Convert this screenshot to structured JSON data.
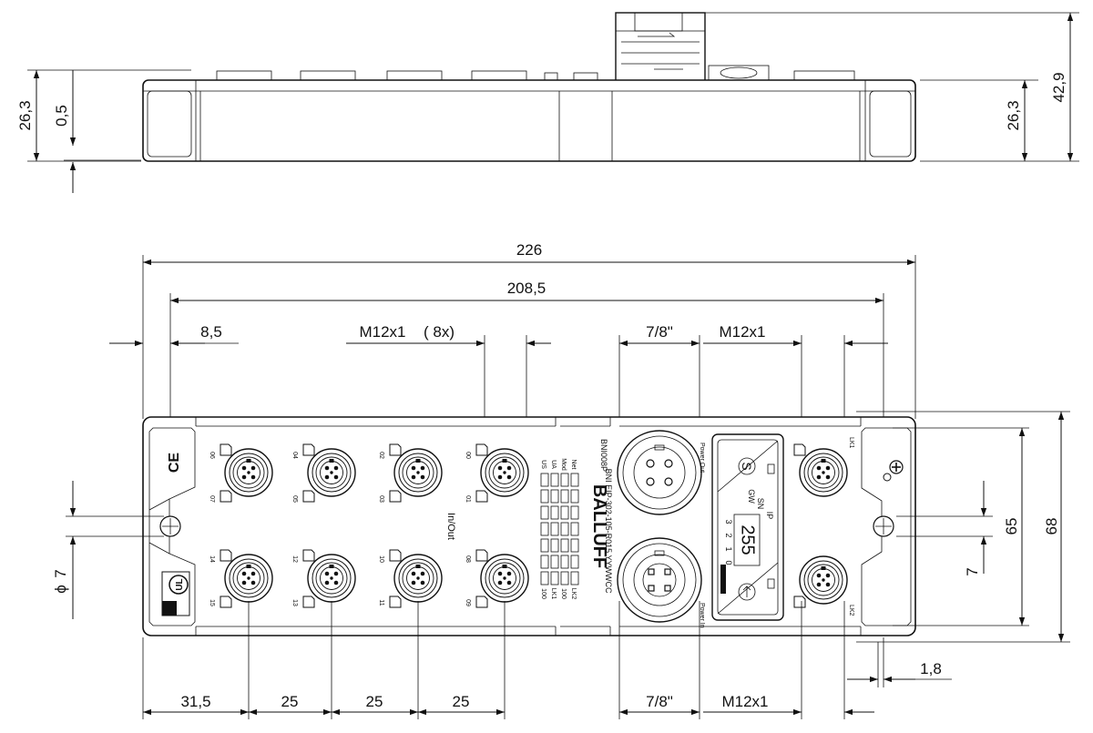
{
  "dimensions": {
    "side_left_total": "26,3",
    "side_left_offset": "0,5",
    "side_right_body": "26,3",
    "side_right_total": "42,9",
    "overall_length": "226",
    "hole_spacing": "208,5",
    "edge_to_hole": "8,5",
    "connector_thread": "M12x1",
    "connector_count": "( 8x)",
    "power_thread_top": "7/8\"",
    "link_thread_top": "M12x1",
    "hole_diameter": "7",
    "hole_dia_symbol": "ϕ",
    "hole_height": "7",
    "hole_vertical_spacing": "65",
    "overall_height": "68",
    "right_edge_offset": "1,8",
    "first_port_offset": "31,5",
    "pitch_1": "25",
    "pitch_2": "25",
    "pitch_3": "25",
    "power_thread_bottom": "7/8\"",
    "link_thread_bottom": "M12x1"
  },
  "labels": {
    "ports_top": [
      "06",
      "04",
      "02",
      "00"
    ],
    "ports_mid": [
      "07",
      "05",
      "03",
      "01"
    ],
    "ports_lower_top": [
      "14",
      "12",
      "10",
      "08"
    ],
    "ports_bottom": [
      "15",
      "13",
      "11",
      "09"
    ],
    "in_out": "In/Out",
    "brand": "BALLUFF",
    "model": "BNI008P",
    "part_number": "BNI EIP-302-105-R015 YYWWCC",
    "led_top": [
      "US",
      "UA",
      "Mod",
      "Net"
    ],
    "led_bottom": [
      "100",
      "LK1",
      "100",
      "LK2"
    ],
    "power_out": "Power Out",
    "power_in": "Power In",
    "ip_label": "IP",
    "sn_label": "SN",
    "gw_label": "GW",
    "digits": [
      "3",
      "2",
      "1",
      "0"
    ],
    "display_value": "255",
    "s_symbol": "S",
    "link1": "LK1",
    "link2": "LK2",
    "ce_mark": "CE",
    "ul_mark": "UL"
  }
}
